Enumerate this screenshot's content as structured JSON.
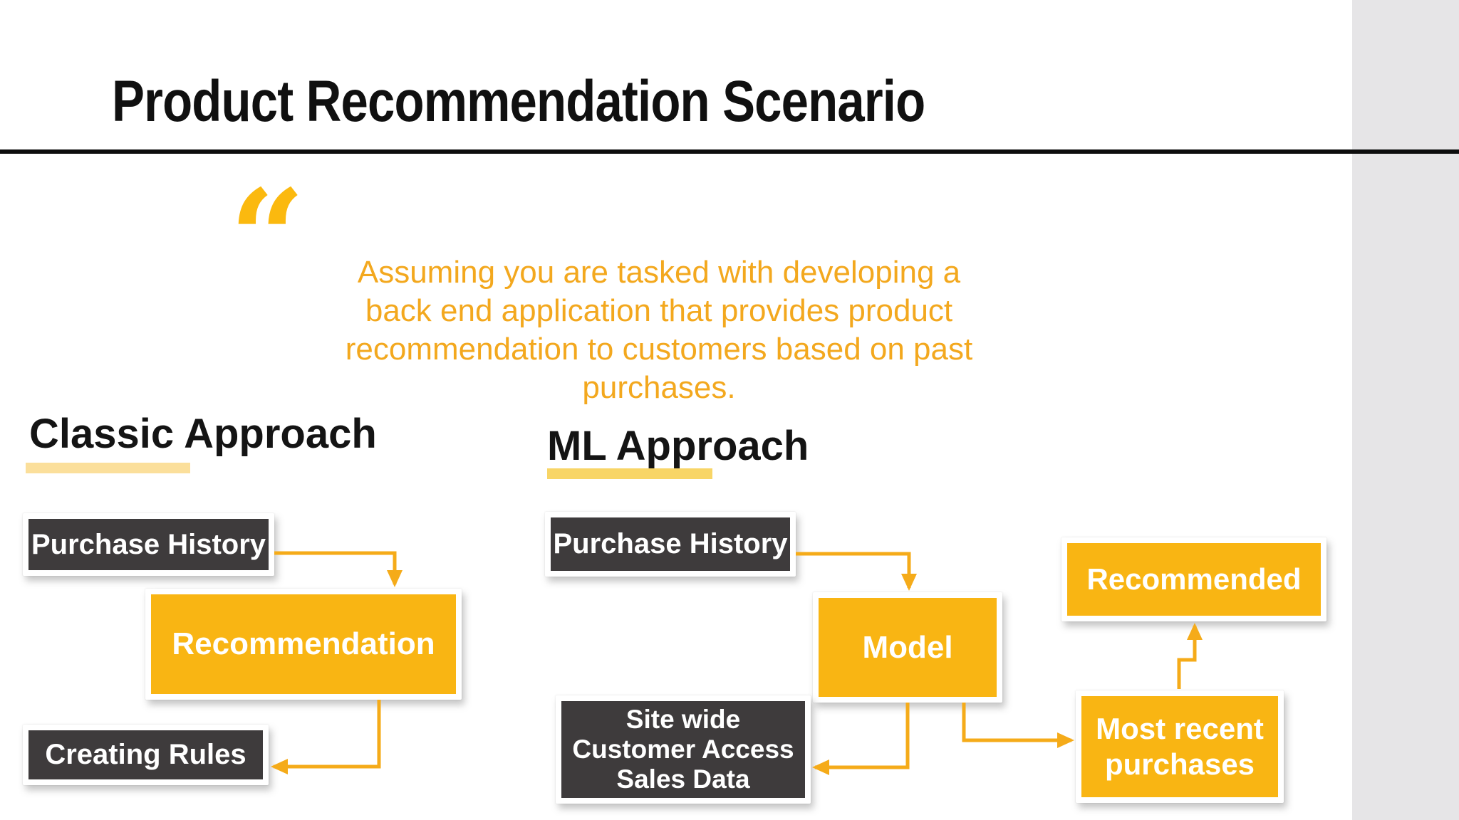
{
  "slide": {
    "title": "Product Recommendation Scenario"
  },
  "quote": {
    "mark": "“",
    "lines": [
      "Assuming you are tasked with developing a",
      "back end application that provides product",
      "recommendation to customers based on past",
      "purchases."
    ]
  },
  "classic": {
    "heading": "Classic Approach",
    "boxes": {
      "purchase_history": "Purchase History",
      "recommendation": "Recommendation",
      "creating_rules": "Creating Rules"
    }
  },
  "ml": {
    "heading": "ML Approach",
    "boxes": {
      "purchase_history": "Purchase History",
      "model": "Model",
      "site_wide_line1": "Site wide",
      "site_wide_line2": "Customer Access",
      "site_wide_line3": "Sales Data",
      "recommended": "Recommended",
      "most_recent_line1": "Most recent",
      "most_recent_line2": "purchases"
    }
  },
  "colors": {
    "accent_yellow": "#F9B513",
    "dark_box": "#3E3B3C",
    "quote_text": "#F3A81E",
    "classic_underline": "#FBDF9B",
    "ml_underline": "#F8D566",
    "arrow": "#F5AB19",
    "sidebar_gray": "#E6E5E7",
    "divider_black": "#0D0D0D",
    "title_black": "#101010"
  }
}
